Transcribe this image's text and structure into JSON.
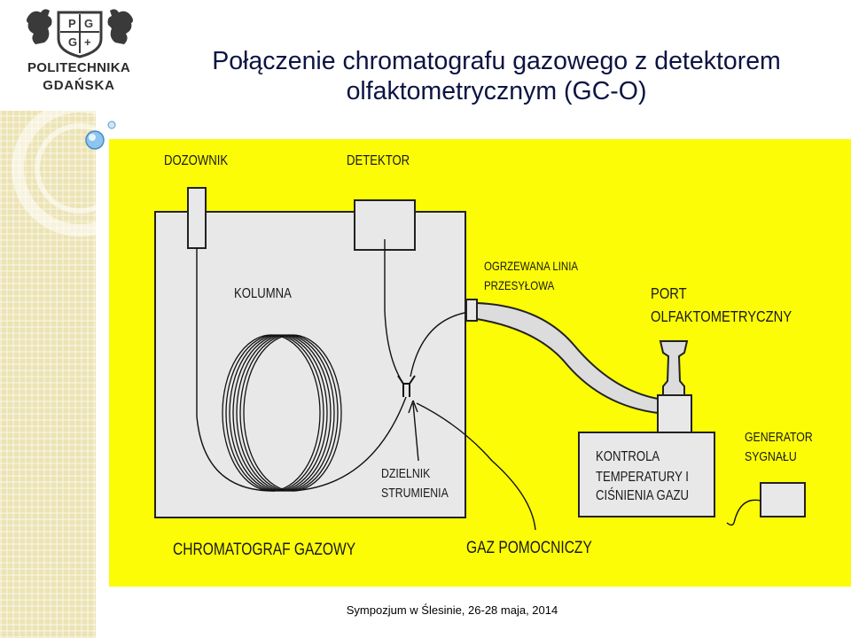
{
  "header": {
    "title_line1": "Połączenie chromatografu gazowego z detektorem",
    "title_line2": "olfaktometrycznym (GC-O)"
  },
  "logo": {
    "monogram": [
      "P",
      "G",
      "G",
      "+"
    ],
    "line1": "POLITECHNIKA",
    "line2": "GDAŃSKA"
  },
  "diagram": {
    "labels": {
      "dozownik": "DOZOWNIK",
      "detektor": "DETEKTOR",
      "kolumna": "KOLUMNA",
      "linia_1": "OGRZEWANA LINIA",
      "linia_2": "PRZESYŁOWA",
      "port_1": "PORT",
      "port_2": "OLFAKTOMETRYCZNY",
      "dzielnik_1": "DZIELNIK",
      "dzielnik_2": "STRUMIENIA",
      "kontrola_1": "KONTROLA",
      "kontrola_2": "TEMPERATURY I",
      "kontrola_3": "CIŚNIENIA GAZU",
      "generator_1": "GENERATOR",
      "generator_2": "SYGNAŁU",
      "chromatograf": "CHROMATOGRAF GAZOWY",
      "gaz": "GAZ POMOCNICZY"
    },
    "colors": {
      "background": "#fcfc07",
      "instrument": "#e8e8e8",
      "outline": "#222222"
    }
  },
  "footer": {
    "text": "Sympozjum w Ślesinie, 26-28 maja, 2014"
  }
}
